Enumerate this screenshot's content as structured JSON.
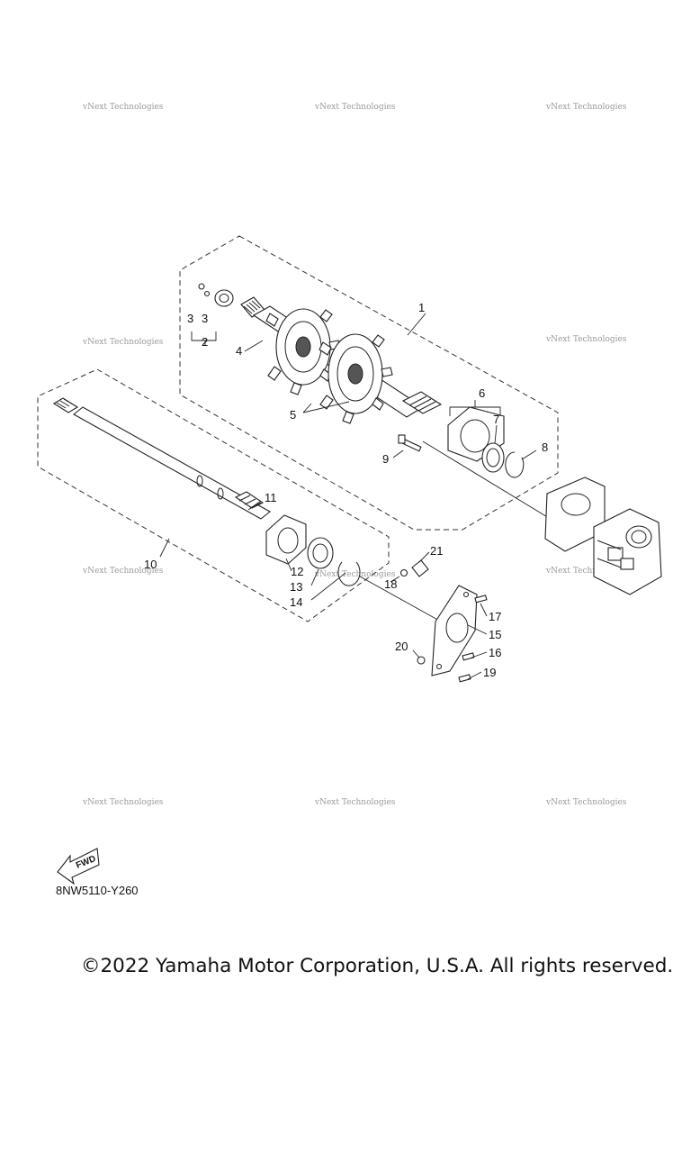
{
  "watermarks": [
    "vNext Technologies",
    "vNext Technologies",
    "vNext Technologies",
    "vNext Technologies",
    "vNext Technologies",
    "vNext Technologies",
    "vNext Technologies",
    "vNext Technologies",
    "vNext Technologies",
    "vNext Technologies",
    "vNext Technologies"
  ],
  "callouts": [
    "1",
    "2",
    "3",
    "3",
    "4",
    "5",
    "6",
    "7",
    "8",
    "9",
    "10",
    "11",
    "12",
    "13",
    "14",
    "15",
    "16",
    "17",
    "18",
    "19",
    "20",
    "21"
  ],
  "fwd_label": "FWD",
  "diagram_code": "8NW5110-Y260",
  "copyright": "©2022 Yamaha Motor Corporation, U.S.A. All rights reserved."
}
